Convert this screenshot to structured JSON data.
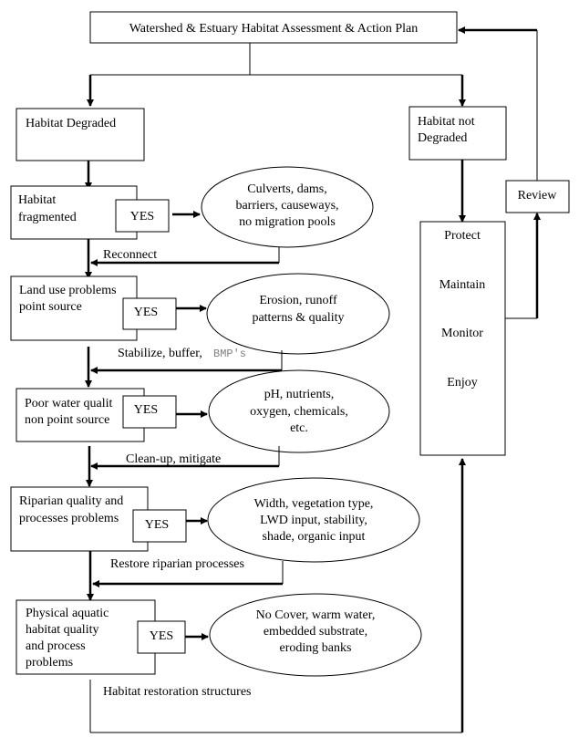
{
  "title": "Watershed & Estuary Habitat Assessment & Action Plan",
  "branches": {
    "degraded": "Habitat Degraded",
    "not_degraded": [
      "Habitat not",
      "Degraded"
    ]
  },
  "yes_label": "YES",
  "steps": [
    {
      "problem": [
        "Habitat",
        "fragmented"
      ],
      "causes": [
        "Culverts, dams,",
        "barriers, causeways,",
        "no migration pools"
      ],
      "action": "Reconnect"
    },
    {
      "problem": [
        "Land use problems",
        "point source"
      ],
      "causes": [
        "Erosion, runoff",
        "patterns & quality"
      ],
      "action": "Stabilize, buffer,",
      "action_extra": "BMP's"
    },
    {
      "problem": [
        "Poor water qualit",
        "non point source"
      ],
      "causes": [
        "pH, nutrients,",
        "oxygen, chemicals,",
        "etc."
      ],
      "action": "Clean-up, mitigate"
    },
    {
      "problem": [
        "Riparian quality and",
        "processes problems"
      ],
      "causes": [
        "Width, vegetation type,",
        "LWD input, stability,",
        "shade, organic input"
      ],
      "action": "Restore riparian processes"
    },
    {
      "problem": [
        "Physical aquatic",
        "habitat quality",
        "and process",
        "problems"
      ],
      "causes": [
        "No Cover, warm water,",
        "embedded substrate,",
        "eroding banks"
      ],
      "action": "Habitat restoration structures"
    }
  ],
  "outcomes": [
    "Protect",
    "Maintain",
    "Monitor",
    "Enjoy"
  ],
  "review": "Review"
}
